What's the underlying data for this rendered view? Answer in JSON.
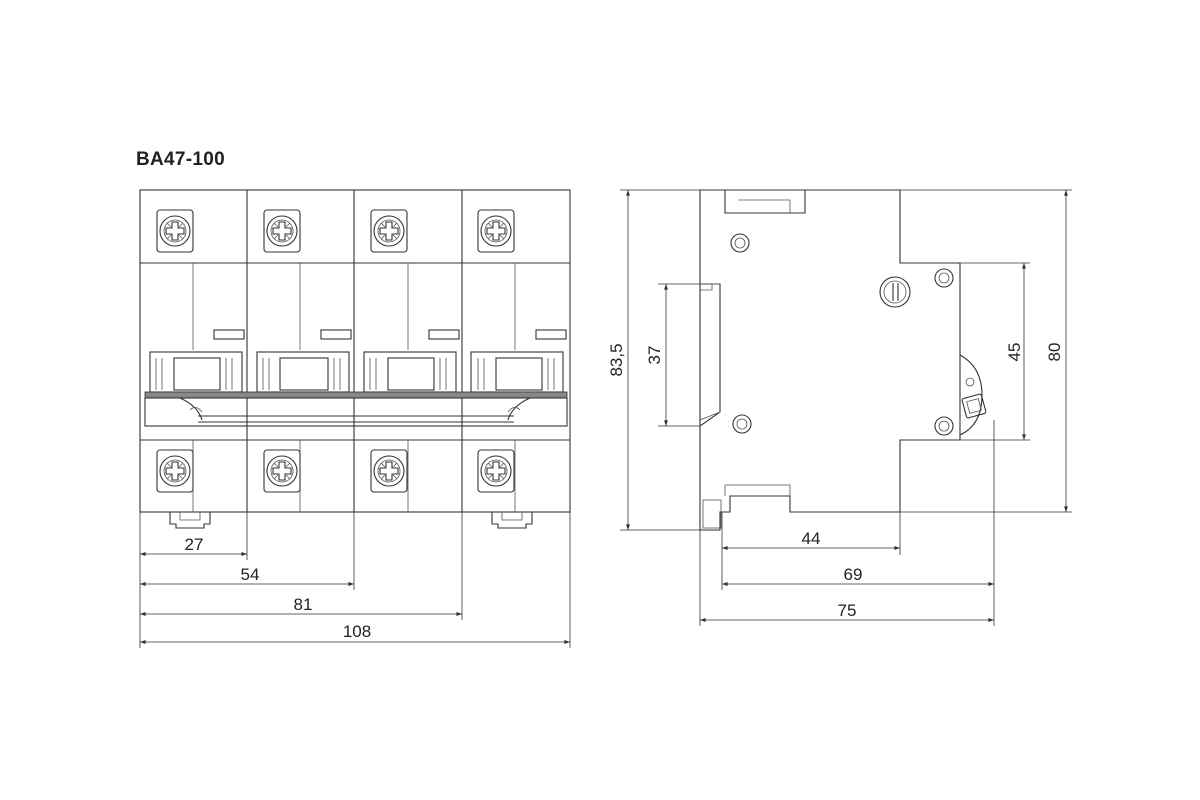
{
  "title": "BA47-100",
  "front_view": {
    "dimensions": [
      "27",
      "54",
      "81",
      "108"
    ]
  },
  "side_view": {
    "dimensions": {
      "overall_height": "83,5",
      "rail": "37",
      "face": "45",
      "body_height": "80",
      "d44": "44",
      "d69": "69",
      "d75": "75"
    }
  }
}
